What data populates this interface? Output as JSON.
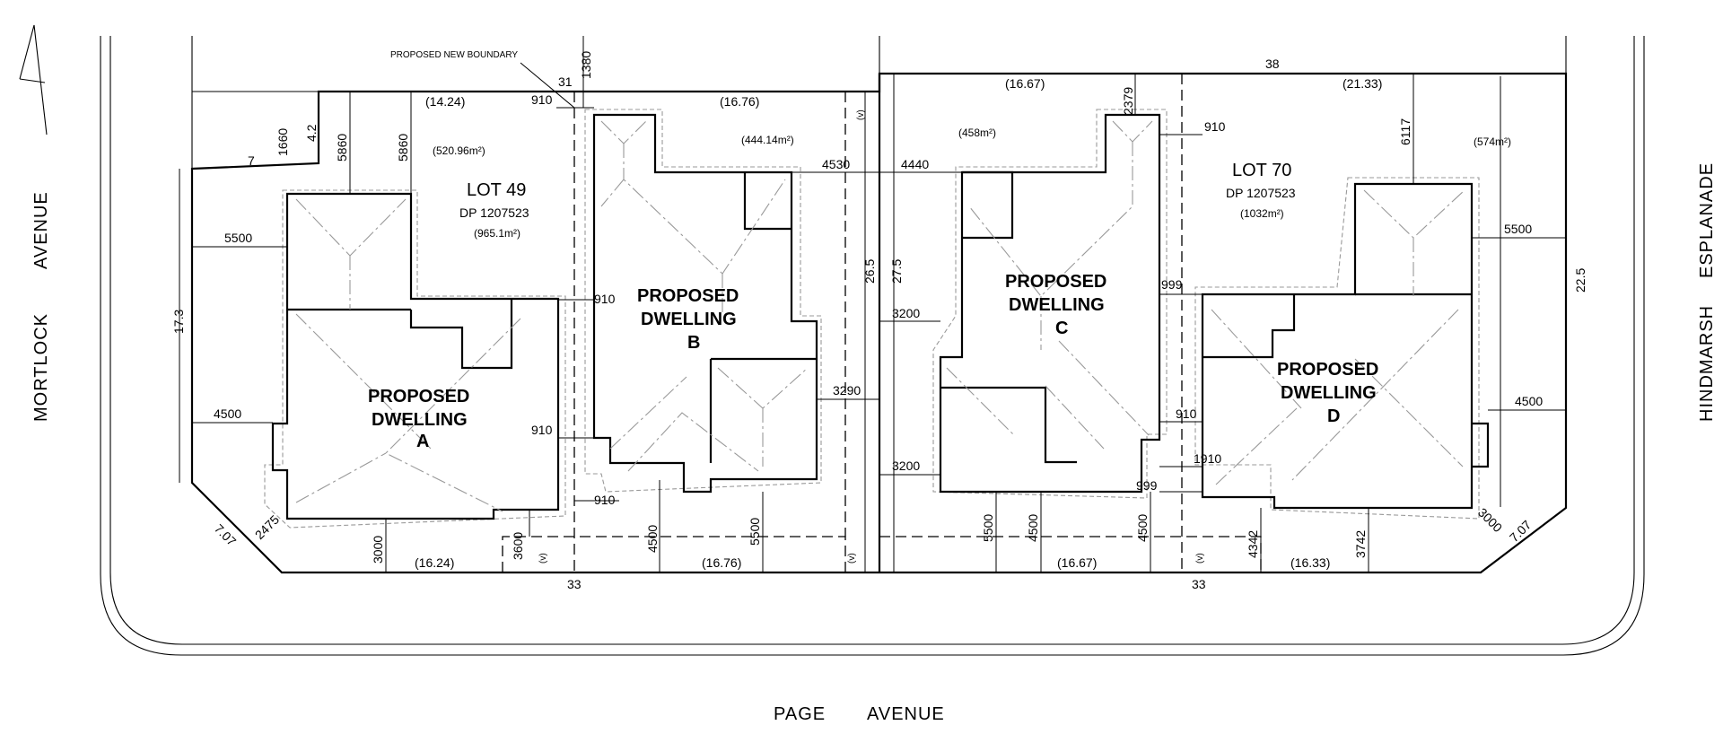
{
  "streets": {
    "left": [
      "MORTLOCK",
      "AVENUE"
    ],
    "right": [
      "HINDMARSH",
      "ESPLANADE"
    ],
    "bottom": [
      "PAGE",
      "AVENUE"
    ]
  },
  "boundary_note": "PROPOSED NEW BOUNDARY",
  "lots": [
    {
      "name": "LOT 49",
      "dp": "DP 1207523",
      "area": "(965.1m²)"
    },
    {
      "name": "LOT 70",
      "dp": "DP 1207523",
      "area": "(1032m²)"
    }
  ],
  "sub_areas": [
    "(520.96m²)",
    "(444.14m²)",
    "(458m²)",
    "(574m²)"
  ],
  "dwellings": [
    {
      "line1": "PROPOSED",
      "line2": "DWELLING",
      "line3": "A"
    },
    {
      "line1": "PROPOSED",
      "line2": "DWELLING",
      "line3": "B"
    },
    {
      "line1": "PROPOSED",
      "line2": "DWELLING",
      "line3": "C"
    },
    {
      "line1": "PROPOSED",
      "line2": "DWELLING",
      "line3": "D"
    }
  ],
  "boundary_dims": {
    "top_38": "38",
    "top_31": "31",
    "top_1416": "(14.24)",
    "top_1676": "(16.76)",
    "top_1667": "(16.67)",
    "top_2133": "(21.33)",
    "bot_1624": "(16.24)",
    "bot_1676": "(16.76)",
    "bot_1667": "(16.67)",
    "bot_1633": "(16.33)",
    "bot_33a": "33",
    "bot_33b": "33",
    "left_173": "17.3",
    "right_225": "22.5",
    "mid_265": "26.5",
    "mid_275": "27.5",
    "corner_707a": "7.07",
    "corner_707b": "7.07",
    "left_7": "7",
    "left_42": "4.2",
    "v_mark": "(v)"
  },
  "setbacks": {
    "d1380": "1380",
    "d1660": "1660",
    "d5860a": "5860",
    "d5860b": "5860",
    "d5500a": "5500",
    "d4500a": "4500",
    "d2475": "2475",
    "d3000a": "3000",
    "d3600": "3600",
    "d910a": "910",
    "d910b": "910",
    "d910c": "910",
    "d910d": "910",
    "d4500b": "4500",
    "d5500b": "5500",
    "d4530": "4530",
    "d3290": "3290",
    "d4440": "4440",
    "d3200a": "3200",
    "d3200b": "3200",
    "d5500c": "5500",
    "d4500c": "4500",
    "d4500d": "4500",
    "d2379": "2379",
    "d910e": "910",
    "d999a": "999",
    "d910f": "910",
    "d1910": "1910",
    "d999b": "999",
    "d4342": "4342",
    "d3742": "3742",
    "d6117": "6117",
    "d5500d": "5500",
    "d4500e": "4500",
    "d3000b": "3000"
  }
}
